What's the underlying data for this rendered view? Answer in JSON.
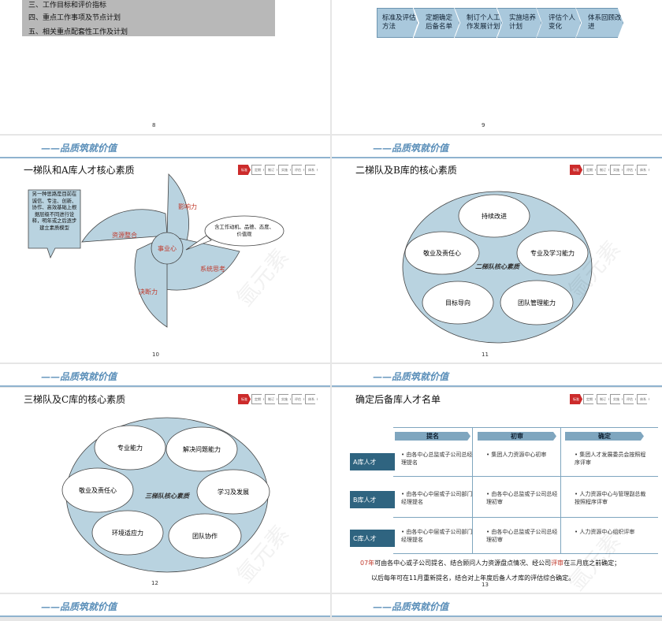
{
  "footer_tagline": "——品质筑就价值",
  "watermark": "氩元素",
  "nav_steps": [
    "标准",
    "定期",
    "制订",
    "实施",
    "评估",
    "体系"
  ],
  "slide8": {
    "page": "8",
    "toc": [
      "三、工作目标和评价指标",
      "四、重点工作事项及节点计划",
      "五、相关重点配套性工作及计划"
    ]
  },
  "slide9": {
    "page": "9",
    "steps": [
      "标准及评估方法",
      "定期确定后备名单",
      "制订个人工作发展计划",
      "实施培养计划",
      "评估个人变化",
      "体系回顾改进"
    ]
  },
  "slide10": {
    "page": "10",
    "title": "一梯队和A库人才核心素质",
    "center": "事业心",
    "petals": [
      "影响力",
      "资源整合",
      "系统思考",
      "决断力"
    ],
    "callout_left": "另一种思路是目前在诚信、专注、创新、协作、高效基础上根据层级不同进行诠释，明年或之后逐步建立素质模型",
    "callout_right": "含工作动机、品德、态度、价值观"
  },
  "slide11": {
    "page": "11",
    "title": "二梯队及B库的核心素质",
    "center": "二梯队核心素质",
    "items": [
      "持续改进",
      "敬业及责任心",
      "专业及学习能力",
      "目标导向",
      "团队管理能力"
    ]
  },
  "slide12": {
    "page": "12",
    "title": "三梯队及C库的核心素质",
    "center": "三梯队核心素质",
    "items": [
      "专业能力",
      "解决问题能力",
      "敬业及责任心",
      "学习及发展",
      "环境适应力",
      "团队协作"
    ]
  },
  "slide13": {
    "page": "13",
    "title": "确定后备库人才名单",
    "columns": [
      "提名",
      "初审",
      "确定"
    ],
    "rows": [
      {
        "label": "A库人才",
        "cells": [
          "由各中心总监或子公司总经理提名",
          "集团人力资源中心初审",
          "集团人才发展委员会按照程序评审"
        ]
      },
      {
        "label": "B库人才",
        "cells": [
          "由各中心中层或子公司部门经理提名",
          "由各中心总监或子公司总经理初审",
          "人力资源中心与管理副总裁按照程序评审"
        ]
      },
      {
        "label": "C库人才",
        "cells": [
          "由各中心中层或子公司部门经理提名",
          "由各中心总监或子公司总经理初审",
          "人力资源中心组织评审"
        ]
      }
    ],
    "note_year": "07年",
    "note_a": "可由各中心或子公司提名、结合顾问人力资源盘点情况、经公司",
    "note_review": "评审",
    "note_b": "在三月底之前确定；",
    "note_c": "以后每年可在11月重新提名，结合对上年度后备人才库的评估综合确定。"
  }
}
